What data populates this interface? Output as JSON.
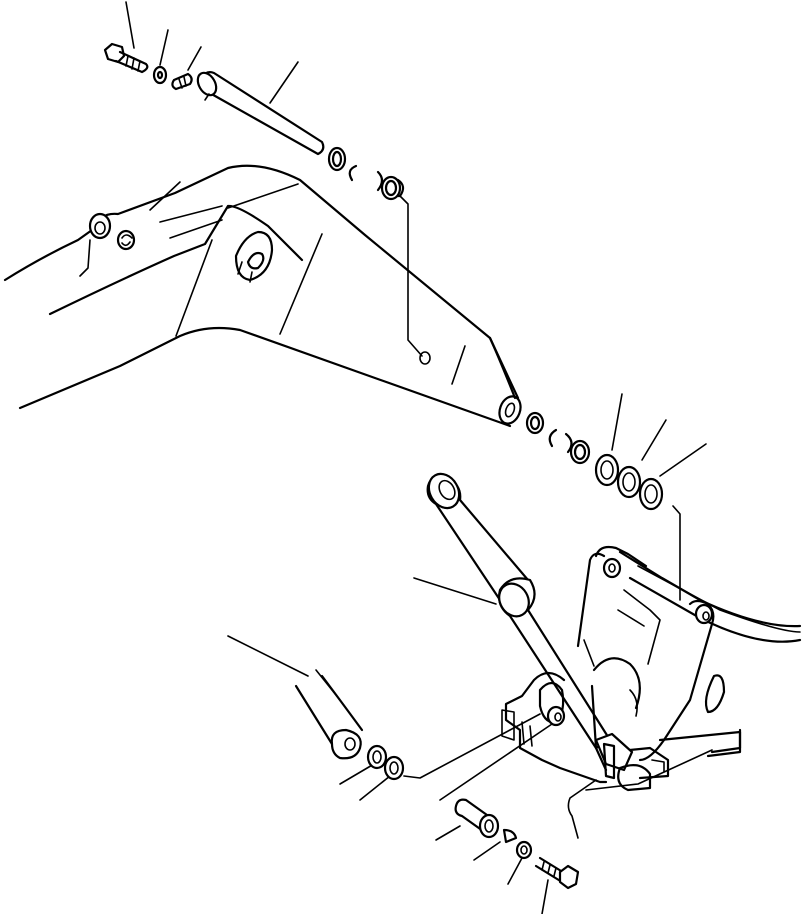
{
  "diagram": {
    "type": "exploded-parts-view",
    "style": "black line art on white",
    "callout_labels": [],
    "parts": [
      {
        "id": "bolt-top",
        "icon": "bolt-icon"
      },
      {
        "id": "washer-top",
        "icon": "washer-icon"
      },
      {
        "id": "pin-top",
        "icon": "pin-icon"
      },
      {
        "id": "shaft-top",
        "icon": "shaft-icon"
      },
      {
        "id": "seal-rings-top",
        "icon": "seal-ring-icon"
      },
      {
        "id": "boom-arm",
        "icon": "boom-icon"
      },
      {
        "id": "seal-rings-mid",
        "icon": "seal-ring-icon"
      },
      {
        "id": "shims-right",
        "icon": "shim-icon"
      },
      {
        "id": "hydraulic-cylinder",
        "icon": "cylinder-icon"
      },
      {
        "id": "mount-bracket",
        "icon": "bracket-icon"
      },
      {
        "id": "cylinder-rod-end-left",
        "icon": "rod-end-icon"
      },
      {
        "id": "washers-left",
        "icon": "washer-icon"
      },
      {
        "id": "pin-bottom",
        "icon": "pin-icon"
      },
      {
        "id": "lock-ring-bottom",
        "icon": "ring-icon"
      },
      {
        "id": "washer-bottom",
        "icon": "washer-icon"
      },
      {
        "id": "bolt-bottom",
        "icon": "bolt-icon"
      }
    ]
  }
}
